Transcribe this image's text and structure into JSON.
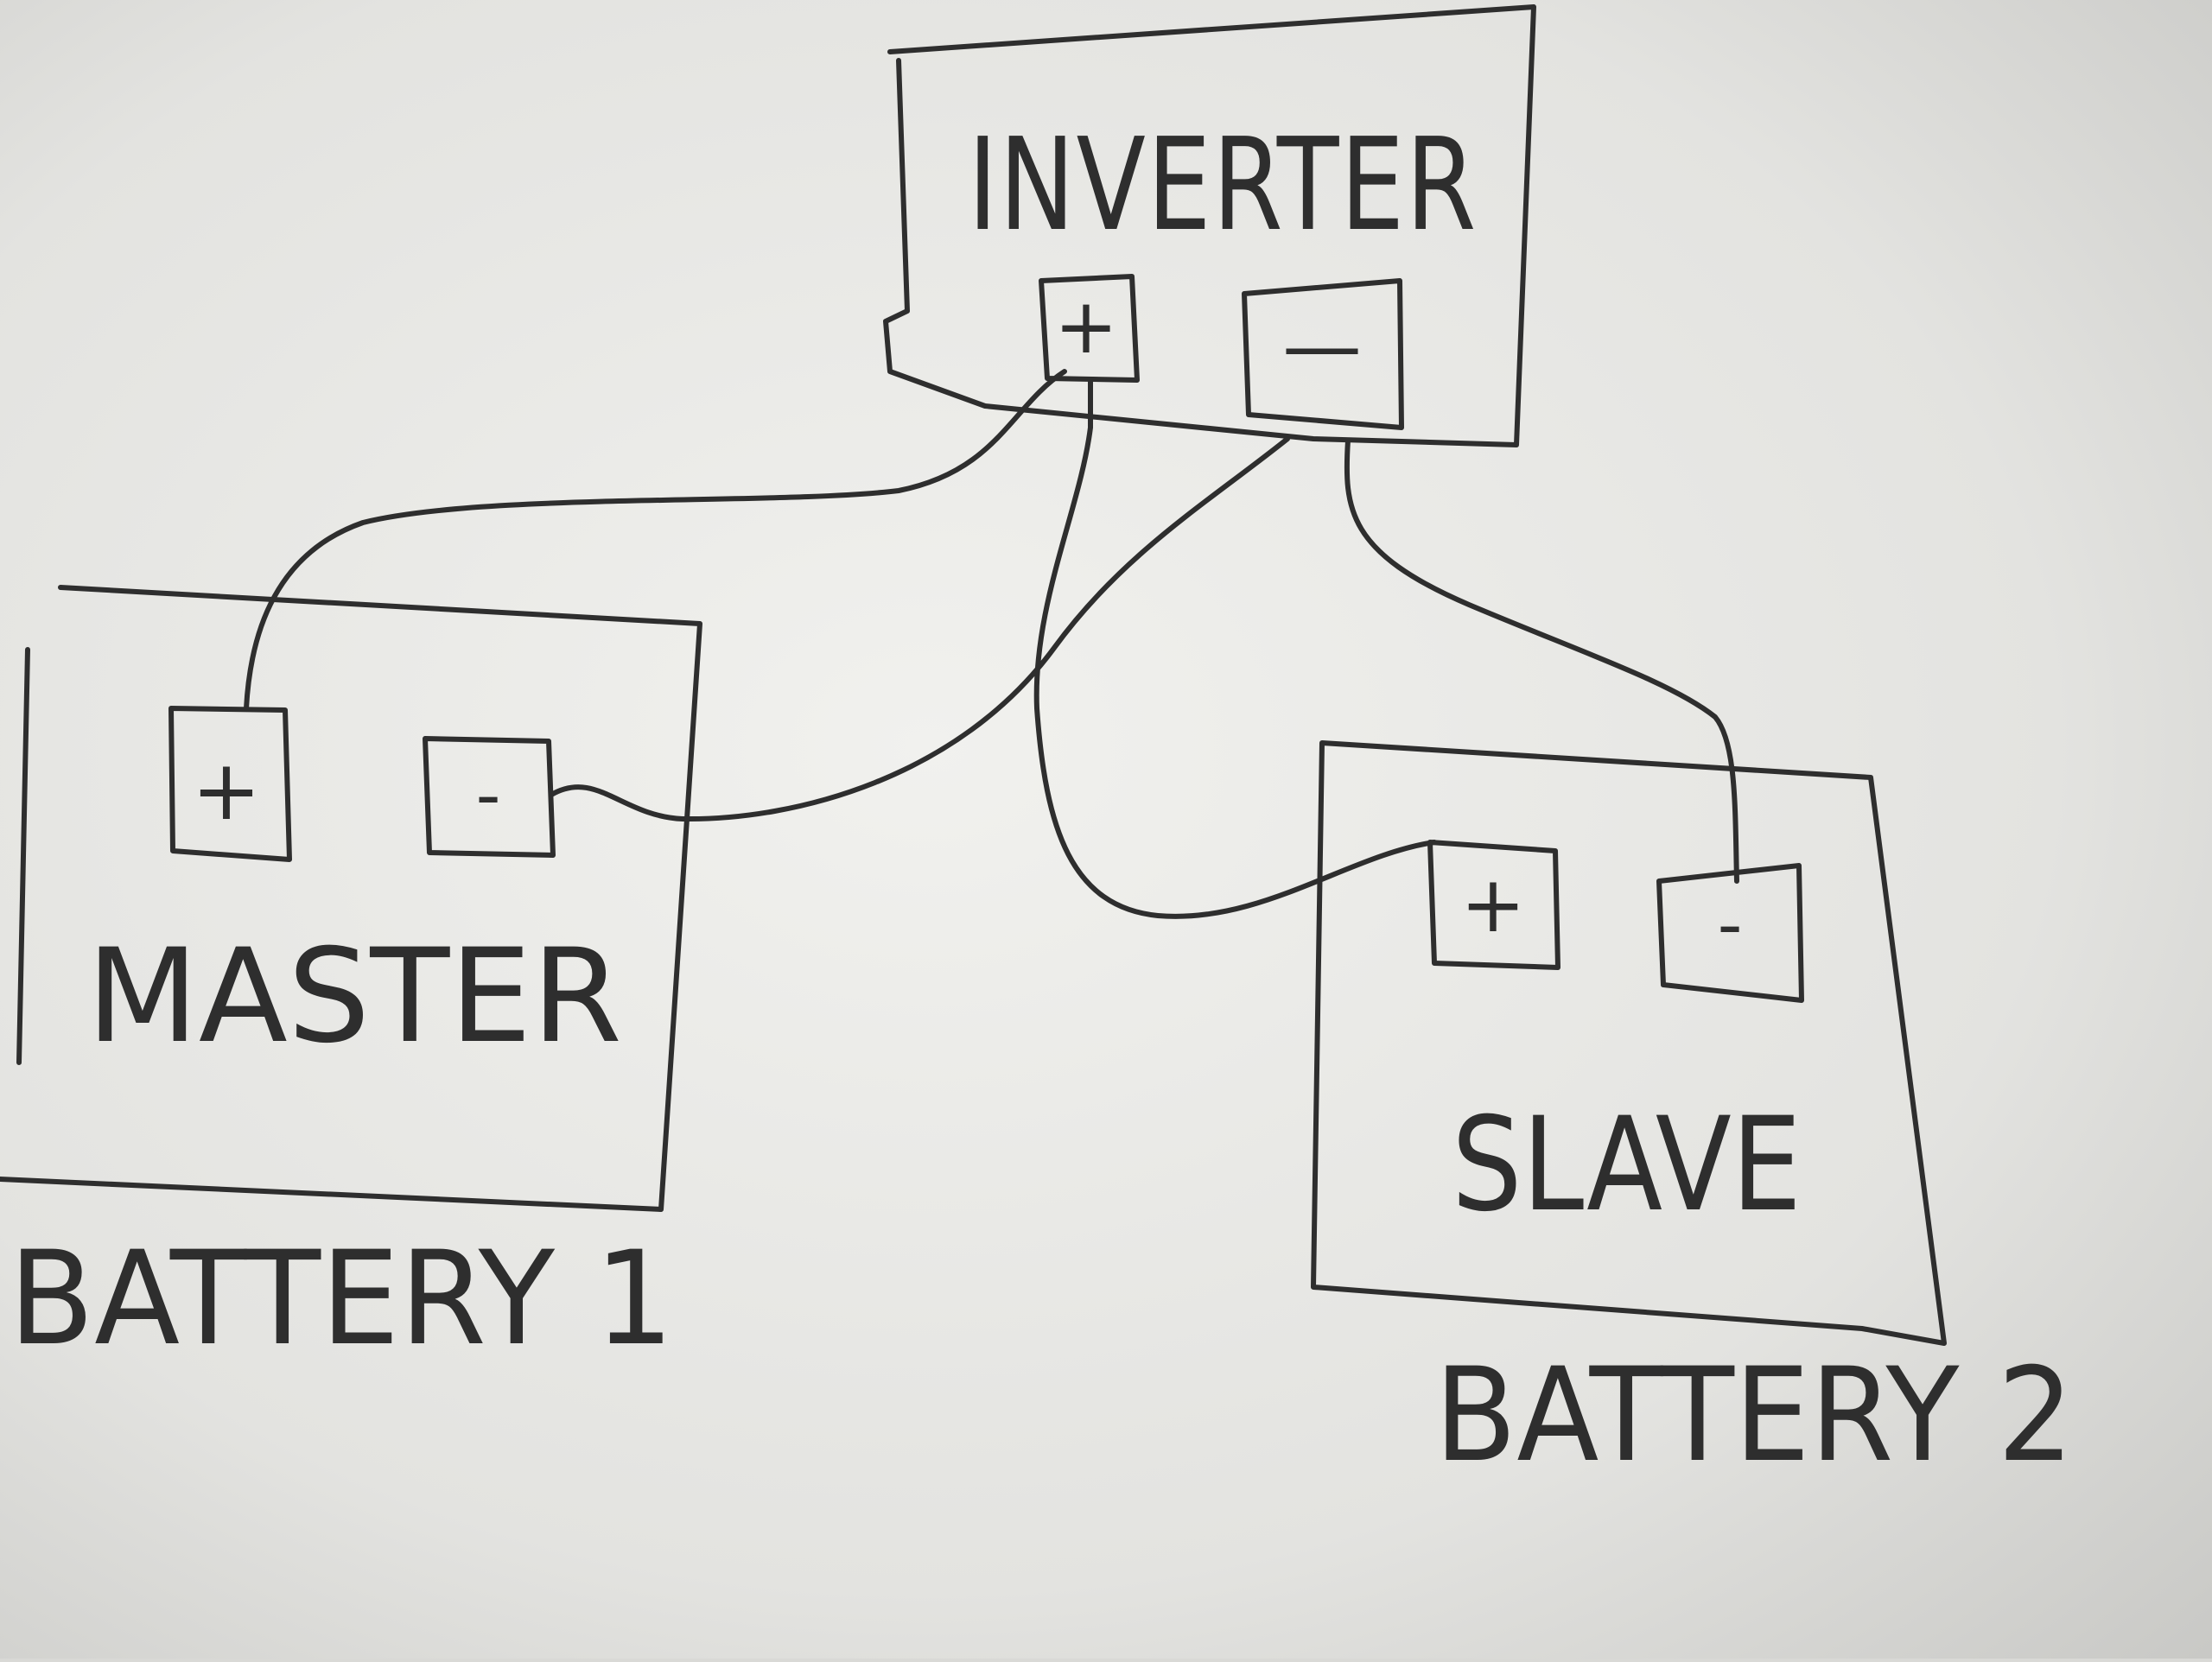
{
  "diagram": {
    "inverter": {
      "label": "INVERTER",
      "positive_terminal": "+",
      "negative_terminal": "—"
    },
    "battery_1": {
      "role": "MASTER",
      "caption": "BATTERY 1",
      "positive_terminal": "+",
      "negative_terminal": "-"
    },
    "battery_2": {
      "role": "SLAVE",
      "caption": "BATTERY 2",
      "positive_terminal": "+",
      "negative_terminal": "-"
    },
    "colors": {
      "ink": "#2e2e2e",
      "paper_light": "#f1f1ee",
      "paper_dark": "#c9c9c6"
    }
  }
}
